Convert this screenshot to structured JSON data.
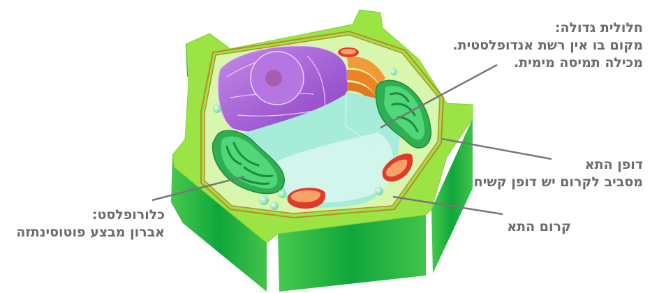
{
  "labels": {
    "vacuole": {
      "title": "חלולית גדולה:",
      "line1": "מקום בו אין רשת אנדופלסטית.",
      "line2": "מכילה תמיסה מימית."
    },
    "cell_wall": {
      "title": "דופן התא",
      "line1": "מסביב לקרום יש דופן קשיח"
    },
    "cell_membrane": {
      "title": "קרום התא"
    },
    "chloroplast": {
      "title": "כלורופלסט:",
      "line1": "אברון מבצע פוטוסינתזה"
    }
  },
  "colors": {
    "text": "#6b6b6b",
    "leader_line": "#777777",
    "wall_top": "#9be443",
    "wall_side": "#1fae3c",
    "cytoplasm": "#d8f6ad",
    "membrane": "#b98a2e",
    "nucleus": "#a25ad6",
    "golgi": "#f0862a",
    "vacuole": "#a6ecd9",
    "chloroplast": "#2fbf5a",
    "mitochondria": "#e03a2a"
  }
}
